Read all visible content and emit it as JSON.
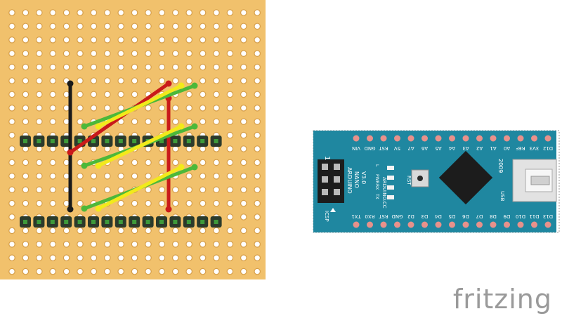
{
  "brand": "fritzing",
  "colors": {
    "board": "#f1c16c",
    "hole": "#ffffff",
    "hole_ring": "#d69f4b",
    "header_pin": "#3e9a3a",
    "header_body": "#2b3a2b",
    "nano_pcb": "#1f87a0",
    "nano_pad": "#e8918b",
    "chip": "#1c1c1c",
    "wire_black": "#1a1a1a",
    "wire_red": "#c91a1a",
    "wire_yellow": "#f2ea1b",
    "wire_green": "#4cb83a"
  },
  "nano": {
    "name_lines": [
      "ARDUINO",
      "NANO",
      "V3.0"
    ],
    "site": "ARDUINO.CC",
    "year": "2009",
    "icsp": "ICSP",
    "icsp_pin1": "1",
    "usb": "USB",
    "rst": "RST",
    "leds": [
      "L",
      "PWR",
      "RX",
      "TX"
    ],
    "top_pins": [
      "D12",
      "3V3",
      "REF",
      "A0",
      "A1",
      "A2",
      "A3",
      "A4",
      "A5",
      "A6",
      "A7",
      "5V",
      "RST",
      "GND",
      "VIN"
    ],
    "bottom_pins": [
      "D13",
      "D11",
      "D10",
      "D9",
      "D8",
      "D7",
      "D6",
      "D5",
      "D4",
      "D3",
      "D2",
      "GND",
      "RST",
      "RX0",
      "TX1"
    ]
  }
}
